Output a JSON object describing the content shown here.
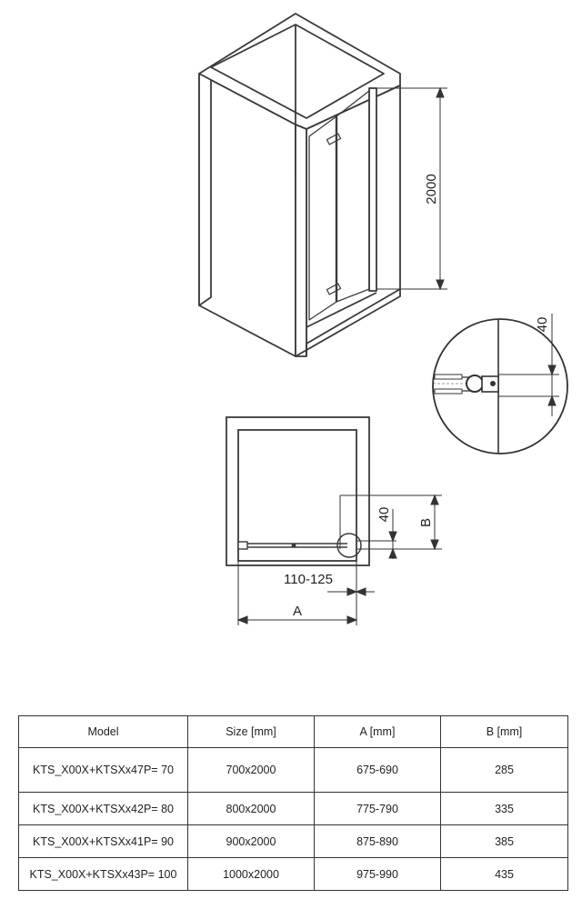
{
  "dimensions": {
    "height": "2000",
    "detail_offset": "40",
    "plan_offset": "40",
    "plan_b": "B",
    "wall_gap": "110-125",
    "plan_a": "A"
  },
  "table": {
    "headers": [
      "Model",
      "Size [mm]",
      "A [mm]",
      "B [mm]"
    ],
    "rows": [
      [
        "KTS_X00X+KTSXx47P= 70",
        "700x2000",
        "675-690",
        "285"
      ],
      [
        "KTS_X00X+KTSXx42P= 80",
        "800x2000",
        "775-790",
        "335"
      ],
      [
        "KTS_X00X+KTSXx41P= 90",
        "900x2000",
        "875-890",
        "385"
      ],
      [
        "KTS_X00X+KTSXx43P= 100",
        "1000x2000",
        "975-990",
        "435"
      ]
    ]
  }
}
